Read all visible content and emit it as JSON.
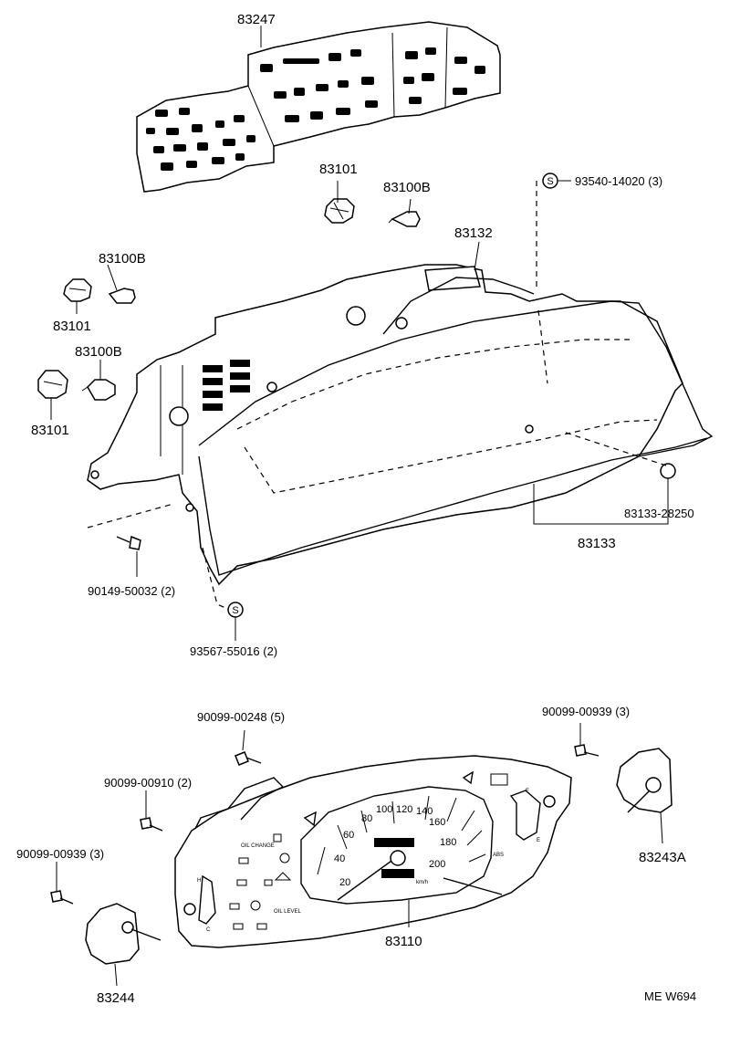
{
  "parts": {
    "p83247": "83247",
    "p83101_top": "83101",
    "p83100B_top": "83100B",
    "p83132": "83132",
    "p93540": "93540-14020 (3)",
    "p83100B_left1": "83100B",
    "p83101_left1": "83101",
    "p83100B_left2": "83100B",
    "p83101_left2": "83101",
    "p83133_28250": "83133-28250",
    "p83133": "83133",
    "p90149": "90149-50032 (2)",
    "p93567": "93567-55016 (2)",
    "p90099_00248": "90099-00248 (5)",
    "p90099_00939_right": "90099-00939 (3)",
    "p90099_00910": "90099-00910 (2)",
    "p90099_00939_left": "90099-00939 (3)",
    "p83243A": "83243A",
    "p83110": "83110",
    "p83244": "83244"
  },
  "gauge": {
    "speed_20": "20",
    "speed_40": "40",
    "speed_60": "60",
    "speed_80": "80",
    "speed_100": "100",
    "speed_120": "120",
    "speed_140": "140",
    "speed_160": "160",
    "speed_180": "180",
    "speed_200": "200",
    "unit": "km/h",
    "fuel_f": "F",
    "fuel_e": "E",
    "temp_h": "H",
    "temp_c": "C",
    "abs": "ABS",
    "oil_change": "OIL CHANGE",
    "oil_level": "OIL LEVEL"
  },
  "symbols": {
    "s_mark_1": "S",
    "s_mark_2": "S"
  },
  "footer": {
    "code": "ME W694"
  }
}
